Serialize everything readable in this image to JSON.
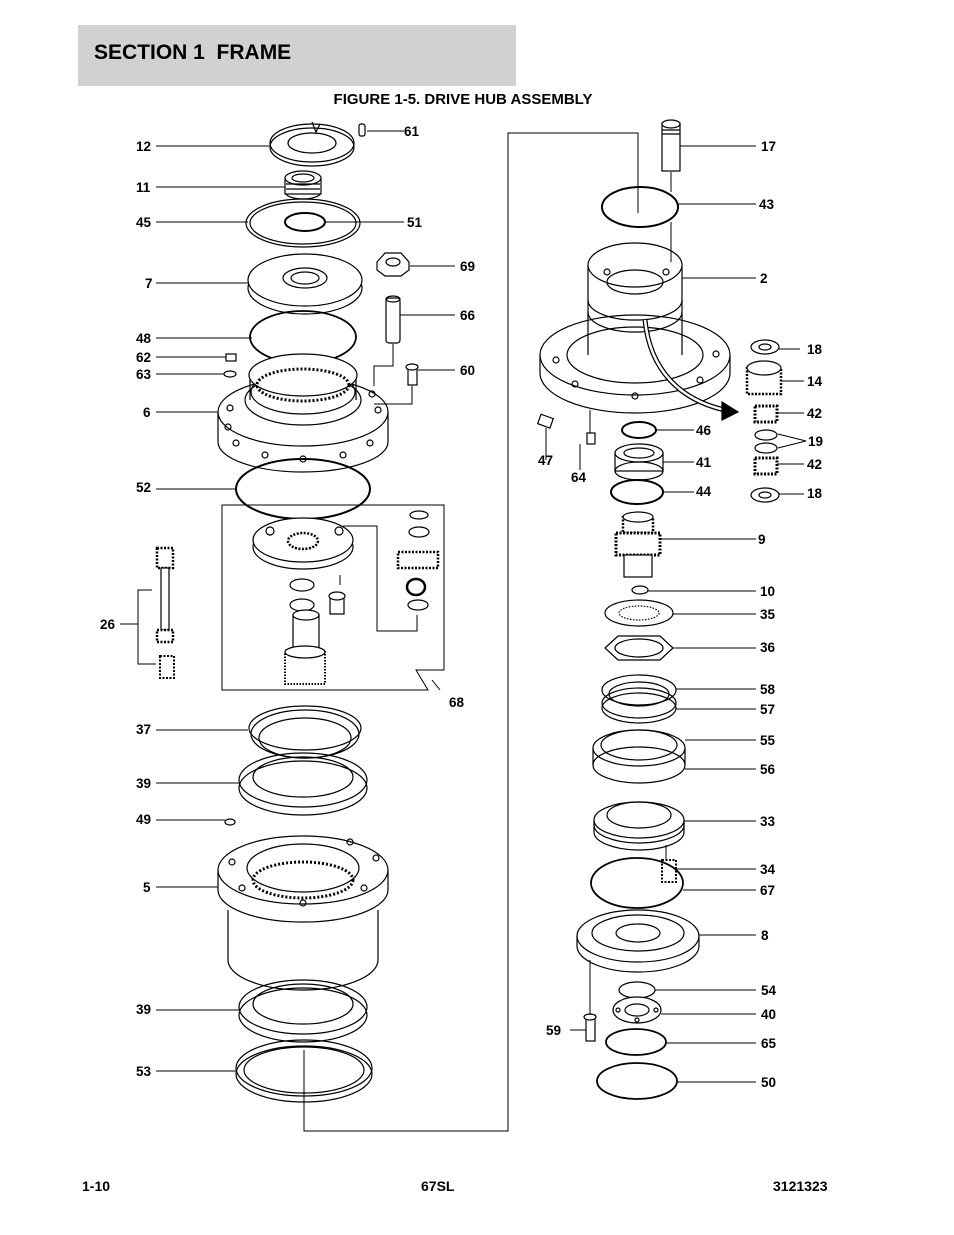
{
  "header": {
    "section": "SECTION 1",
    "title": "FRAME"
  },
  "figure": {
    "title": "FIGURE 1-5. DRIVE HUB ASSEMBLY"
  },
  "callouts": [
    "61",
    "12",
    "11",
    "45",
    "51",
    "69",
    "7",
    "66",
    "48",
    "62",
    "63",
    "60",
    "6",
    "52",
    "26",
    "68",
    "37",
    "39",
    "49",
    "5",
    "39",
    "53",
    "17",
    "43",
    "2",
    "18",
    "14",
    "42",
    "19",
    "42",
    "18",
    "46",
    "47",
    "64",
    "41",
    "44",
    "9",
    "10",
    "35",
    "36",
    "58",
    "57",
    "55",
    "56",
    "33",
    "34",
    "67",
    "8",
    "54",
    "40",
    "59",
    "65",
    "50"
  ],
  "footer": {
    "page": "1-10",
    "model": "67SL",
    "doc_number": "3121323"
  },
  "icons": [
    "drive-hub-exploded-view"
  ]
}
